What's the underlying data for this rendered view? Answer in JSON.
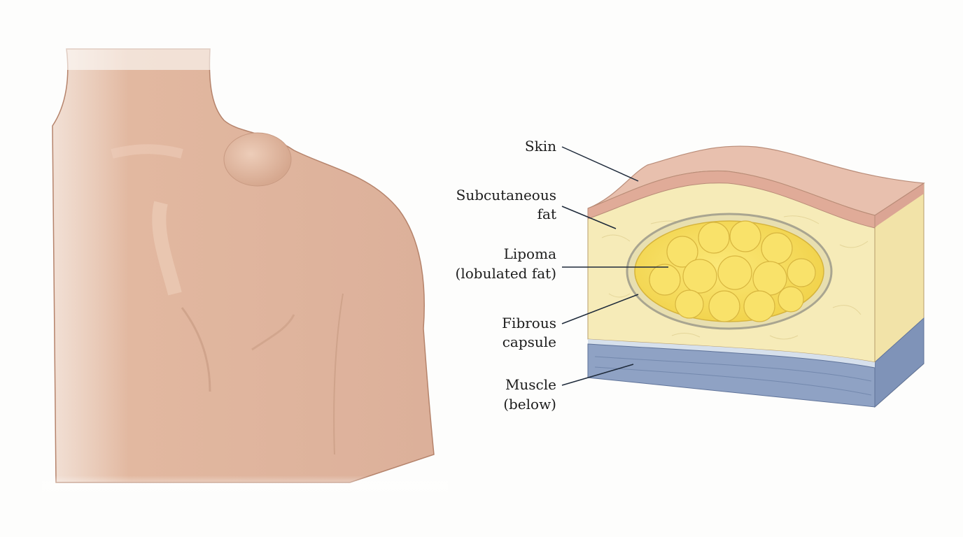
{
  "labels": {
    "skin": "Skin",
    "subcutaneous_1": "Subcutaneous",
    "subcutaneous_2": "fat",
    "lipoma_1": "Lipoma",
    "lipoma_2": "(lobulated fat)",
    "fibrous_1": "Fibrous",
    "fibrous_2": "capsule",
    "muscle_1": "Muscle",
    "muscle_2": "(below)"
  },
  "colors": {
    "skin_body": "#e2b9a0",
    "skin_layer": "#e6bcaa",
    "fat": "#f6ebb8",
    "lipoma": "#f8de5e",
    "capsule": "#c9c6b4",
    "muscle": "#8fa2c4",
    "leader_line": "#1e2a3a"
  }
}
